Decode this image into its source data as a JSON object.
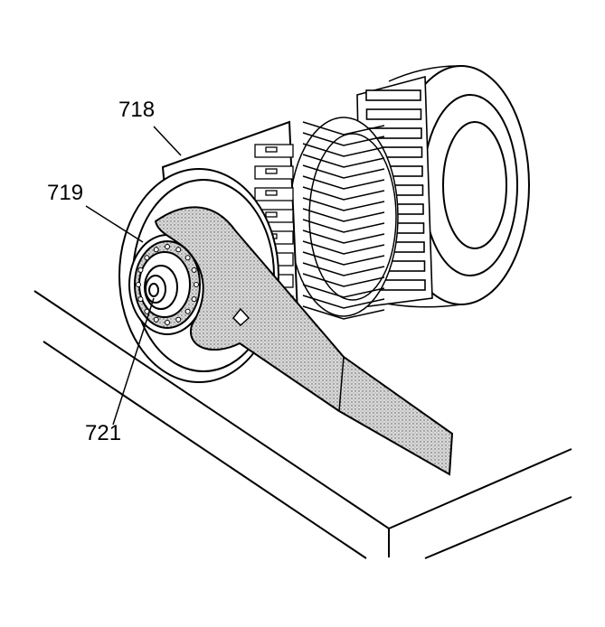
{
  "callouts": {
    "c718": "718",
    "c719": "719",
    "c721": "721"
  },
  "colors": {
    "line": "#000000",
    "paper": "#ffffff",
    "wrench_fill": "#bdbdbd"
  },
  "icons": [
    "transmission-gear-assembly",
    "spanner-wrench",
    "workbench"
  ]
}
